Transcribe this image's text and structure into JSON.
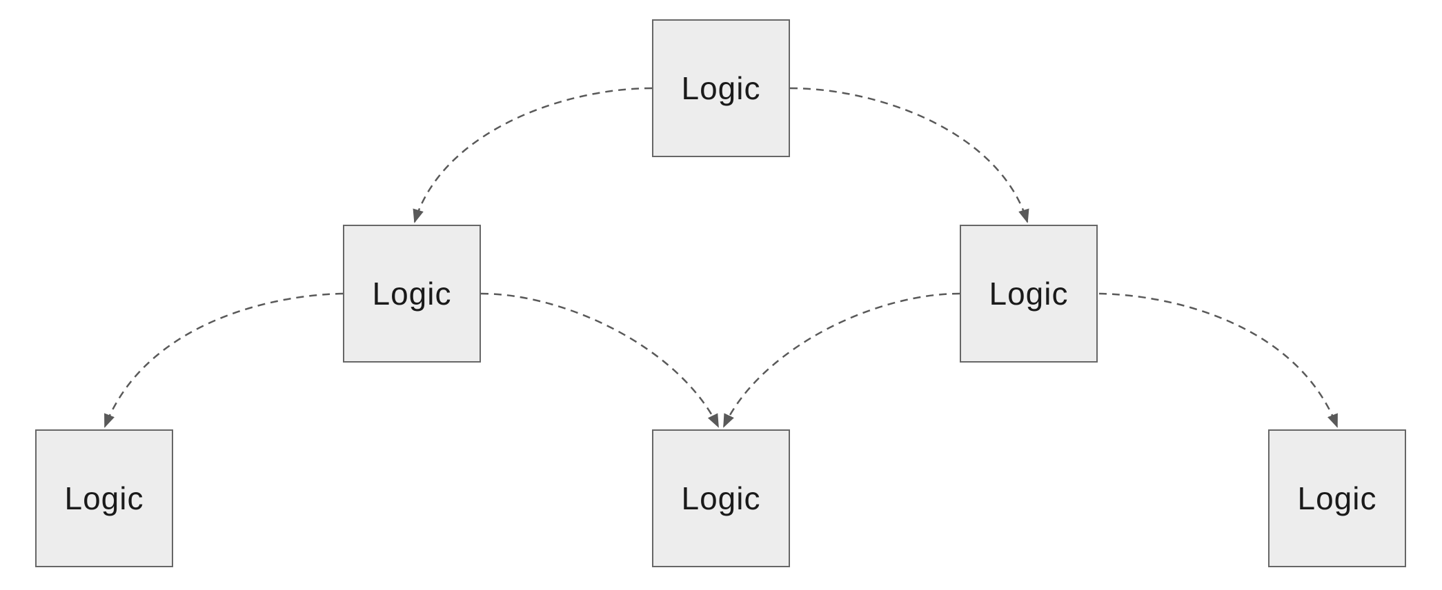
{
  "diagram": {
    "kind": "tree-diagram",
    "edge_style": "dashed-curved-arrow",
    "colors": {
      "canvas_bg": "#ffffff",
      "node_fill": "#ededed",
      "node_border": "#666666",
      "edge_color": "#595959",
      "node_text": "#1a1a1a"
    }
  },
  "nodes": [
    {
      "id": "root",
      "label": "Logic"
    },
    {
      "id": "left",
      "label": "Logic"
    },
    {
      "id": "right",
      "label": "Logic"
    },
    {
      "id": "leaf-left",
      "label": "Logic"
    },
    {
      "id": "leaf-center",
      "label": "Logic"
    },
    {
      "id": "leaf-right",
      "label": "Logic"
    }
  ],
  "edges": [
    {
      "from": "root",
      "to": "left",
      "style": "dashed",
      "arrow": "target"
    },
    {
      "from": "root",
      "to": "right",
      "style": "dashed",
      "arrow": "target"
    },
    {
      "from": "left",
      "to": "leaf-left",
      "style": "dashed",
      "arrow": "target"
    },
    {
      "from": "left",
      "to": "leaf-center",
      "style": "dashed",
      "arrow": "target"
    },
    {
      "from": "right",
      "to": "leaf-center",
      "style": "dashed",
      "arrow": "target"
    },
    {
      "from": "right",
      "to": "leaf-right",
      "style": "dashed",
      "arrow": "target"
    }
  ]
}
